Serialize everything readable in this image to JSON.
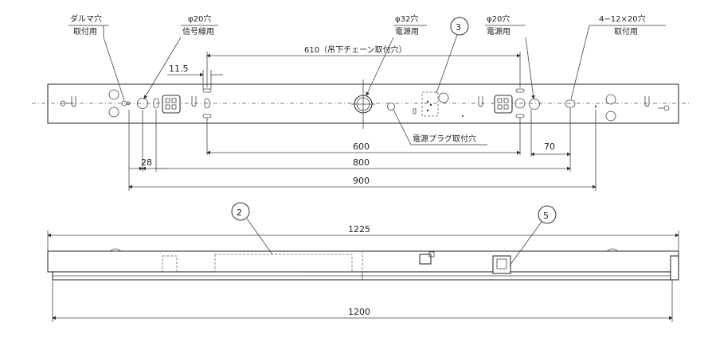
{
  "top_view": {
    "labels": {
      "daruma_hole": "ダルマ穴",
      "daruma_mount": "取付用",
      "phi20_signal": "φ20穴",
      "signal_wire": "信号線用",
      "phi32": "φ32穴",
      "phi32_power": "電源用",
      "callout_3": "3",
      "phi20_power": "φ20穴",
      "phi20_power_sub": "電源用",
      "slot_holes": "4−12×20穴",
      "slot_mount": "取付用",
      "plug_hole": "電源プラグ取付穴"
    },
    "dimensions": {
      "d610": "610（吊下チェーン取付穴）",
      "d11_5": "11.5",
      "d600": "600",
      "d70": "70",
      "d28": "28",
      "d800": "800",
      "d900": "900"
    }
  },
  "side_view": {
    "callout_2": "2",
    "callout_5": "5",
    "d1225": "1225",
    "d1200": "1200"
  }
}
